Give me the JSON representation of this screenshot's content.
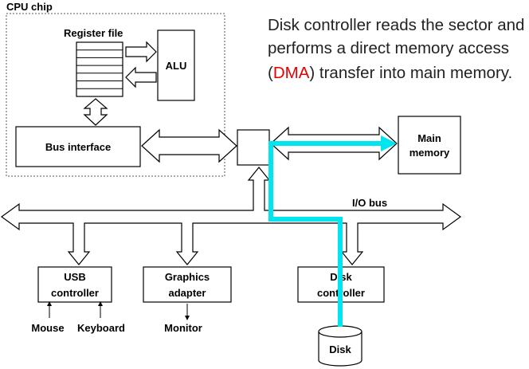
{
  "cpu_chip": {
    "label": "CPU chip"
  },
  "register_file": {
    "label": "Register file"
  },
  "alu": {
    "label": "ALU"
  },
  "bus_interface": {
    "label": "Bus interface"
  },
  "main_memory": {
    "line1": "Main",
    "line2": "memory"
  },
  "io_bus": {
    "label": "I/O bus"
  },
  "usb_controller": {
    "line1": "USB",
    "line2": "controller"
  },
  "graphics_adapter": {
    "line1": "Graphics",
    "line2": "adapter"
  },
  "disk_controller": {
    "line1": "Disk",
    "line2": "controller"
  },
  "devices": {
    "mouse": "Mouse",
    "keyboard": "Keyboard",
    "monitor": "Monitor",
    "disk": "Disk"
  },
  "caption": {
    "line1": "Disk controller reads the sector and",
    "line2": "performs a direct memory access",
    "line3_open": "(",
    "line3_highlight": "DMA",
    "line3_rest": ") transfer into main memory."
  },
  "colors": {
    "dma_path": "#00e5ee",
    "highlight": "#e60000",
    "line": "#000000"
  }
}
